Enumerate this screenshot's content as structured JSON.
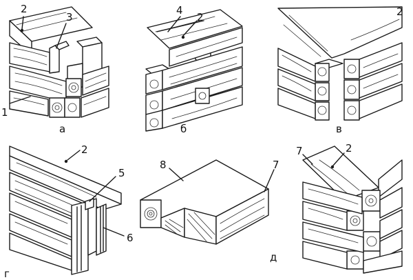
{
  "labels": {
    "n1": "1",
    "n2a": "2",
    "n3": "3",
    "n4": "4",
    "n2b": "2",
    "n2c": "2",
    "n5": "5",
    "n6": "6",
    "n8": "8",
    "n7a": "7",
    "n7b": "7",
    "n2d": "2"
  },
  "captions": {
    "a": "а",
    "b": "б",
    "v": "в",
    "g": "г",
    "d": "д"
  }
}
